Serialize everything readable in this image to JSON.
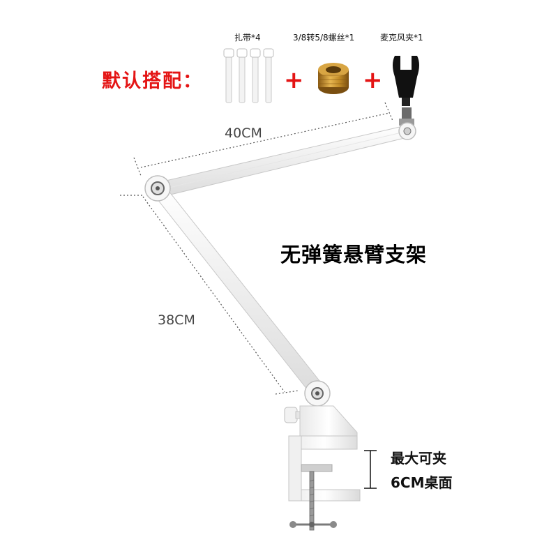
{
  "accessories": {
    "heading": "默认搭配：",
    "items": [
      {
        "label": "扎带*4",
        "icon": "cable-tie-icon"
      },
      {
        "label": "3/8转5/8螺丝*1",
        "icon": "brass-screw-adapter-icon"
      },
      {
        "label": "麦克风夹*1",
        "icon": "mic-clip-icon"
      }
    ],
    "plus": "+"
  },
  "product": {
    "title": "无弹簧悬臂支架"
  },
  "dimensions": {
    "upper_arm": "40CM",
    "lower_arm": "38CM",
    "clamp_line1": "最大可夹",
    "clamp_line2": "6CM桌面"
  },
  "colors": {
    "accent_red": "#e41414",
    "arm_white": "#f4f4f4",
    "brass": "#c9962f"
  }
}
